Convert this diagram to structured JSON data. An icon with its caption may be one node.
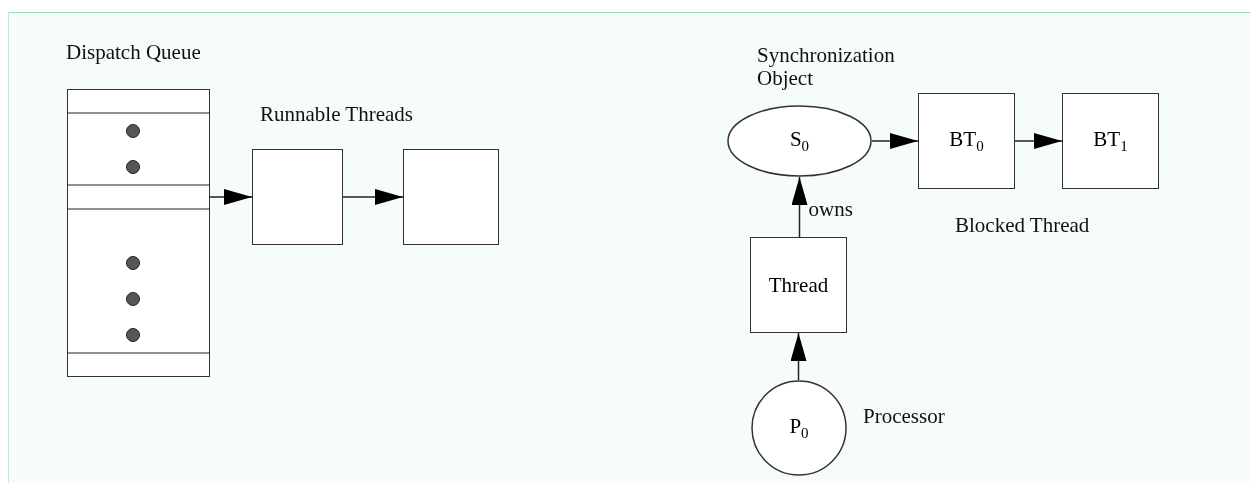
{
  "diagram": {
    "nodes": [
      {
        "text": [
          "Dispatch Queue"
        ]
      },
      {
        "text": [],
        "shape": "box"
      },
      {
        "text": [],
        "shape": "box"
      },
      {
        "text": [
          "S$_{0}$"
        ],
        "beside": [
          "Synchronization Object"
        ]
      },
      {
        "text": [
          "BT$_{0}$"
        ]
      },
      {
        "text": [
          "BT$_{1}$"
        ]
      },
      {
        "text": [
          "Thread"
        ]
      },
      {
        "text": [
          "P$_{0}$"
        ],
        "beside": [
          "Processor"
        ]
      }
    ],
    "edges": [
      {
        "from": 0,
        "to": 1,
        "arrow": "to"
      },
      {
        "from": 1,
        "to": 2,
        "arrow": "to"
      },
      {
        "from": 3,
        "to": 4,
        "arrow": "to"
      },
      {
        "from": 4,
        "to": 5,
        "arrow": "to"
      },
      {
        "from": 6,
        "to": 3,
        "arrow": "to",
        "label": "owns"
      },
      {
        "from": 7,
        "to": 6,
        "arrow": "to"
      }
    ],
    "labels": [
      "Runnable Threads",
      "Blocked Thread"
    ]
  }
}
